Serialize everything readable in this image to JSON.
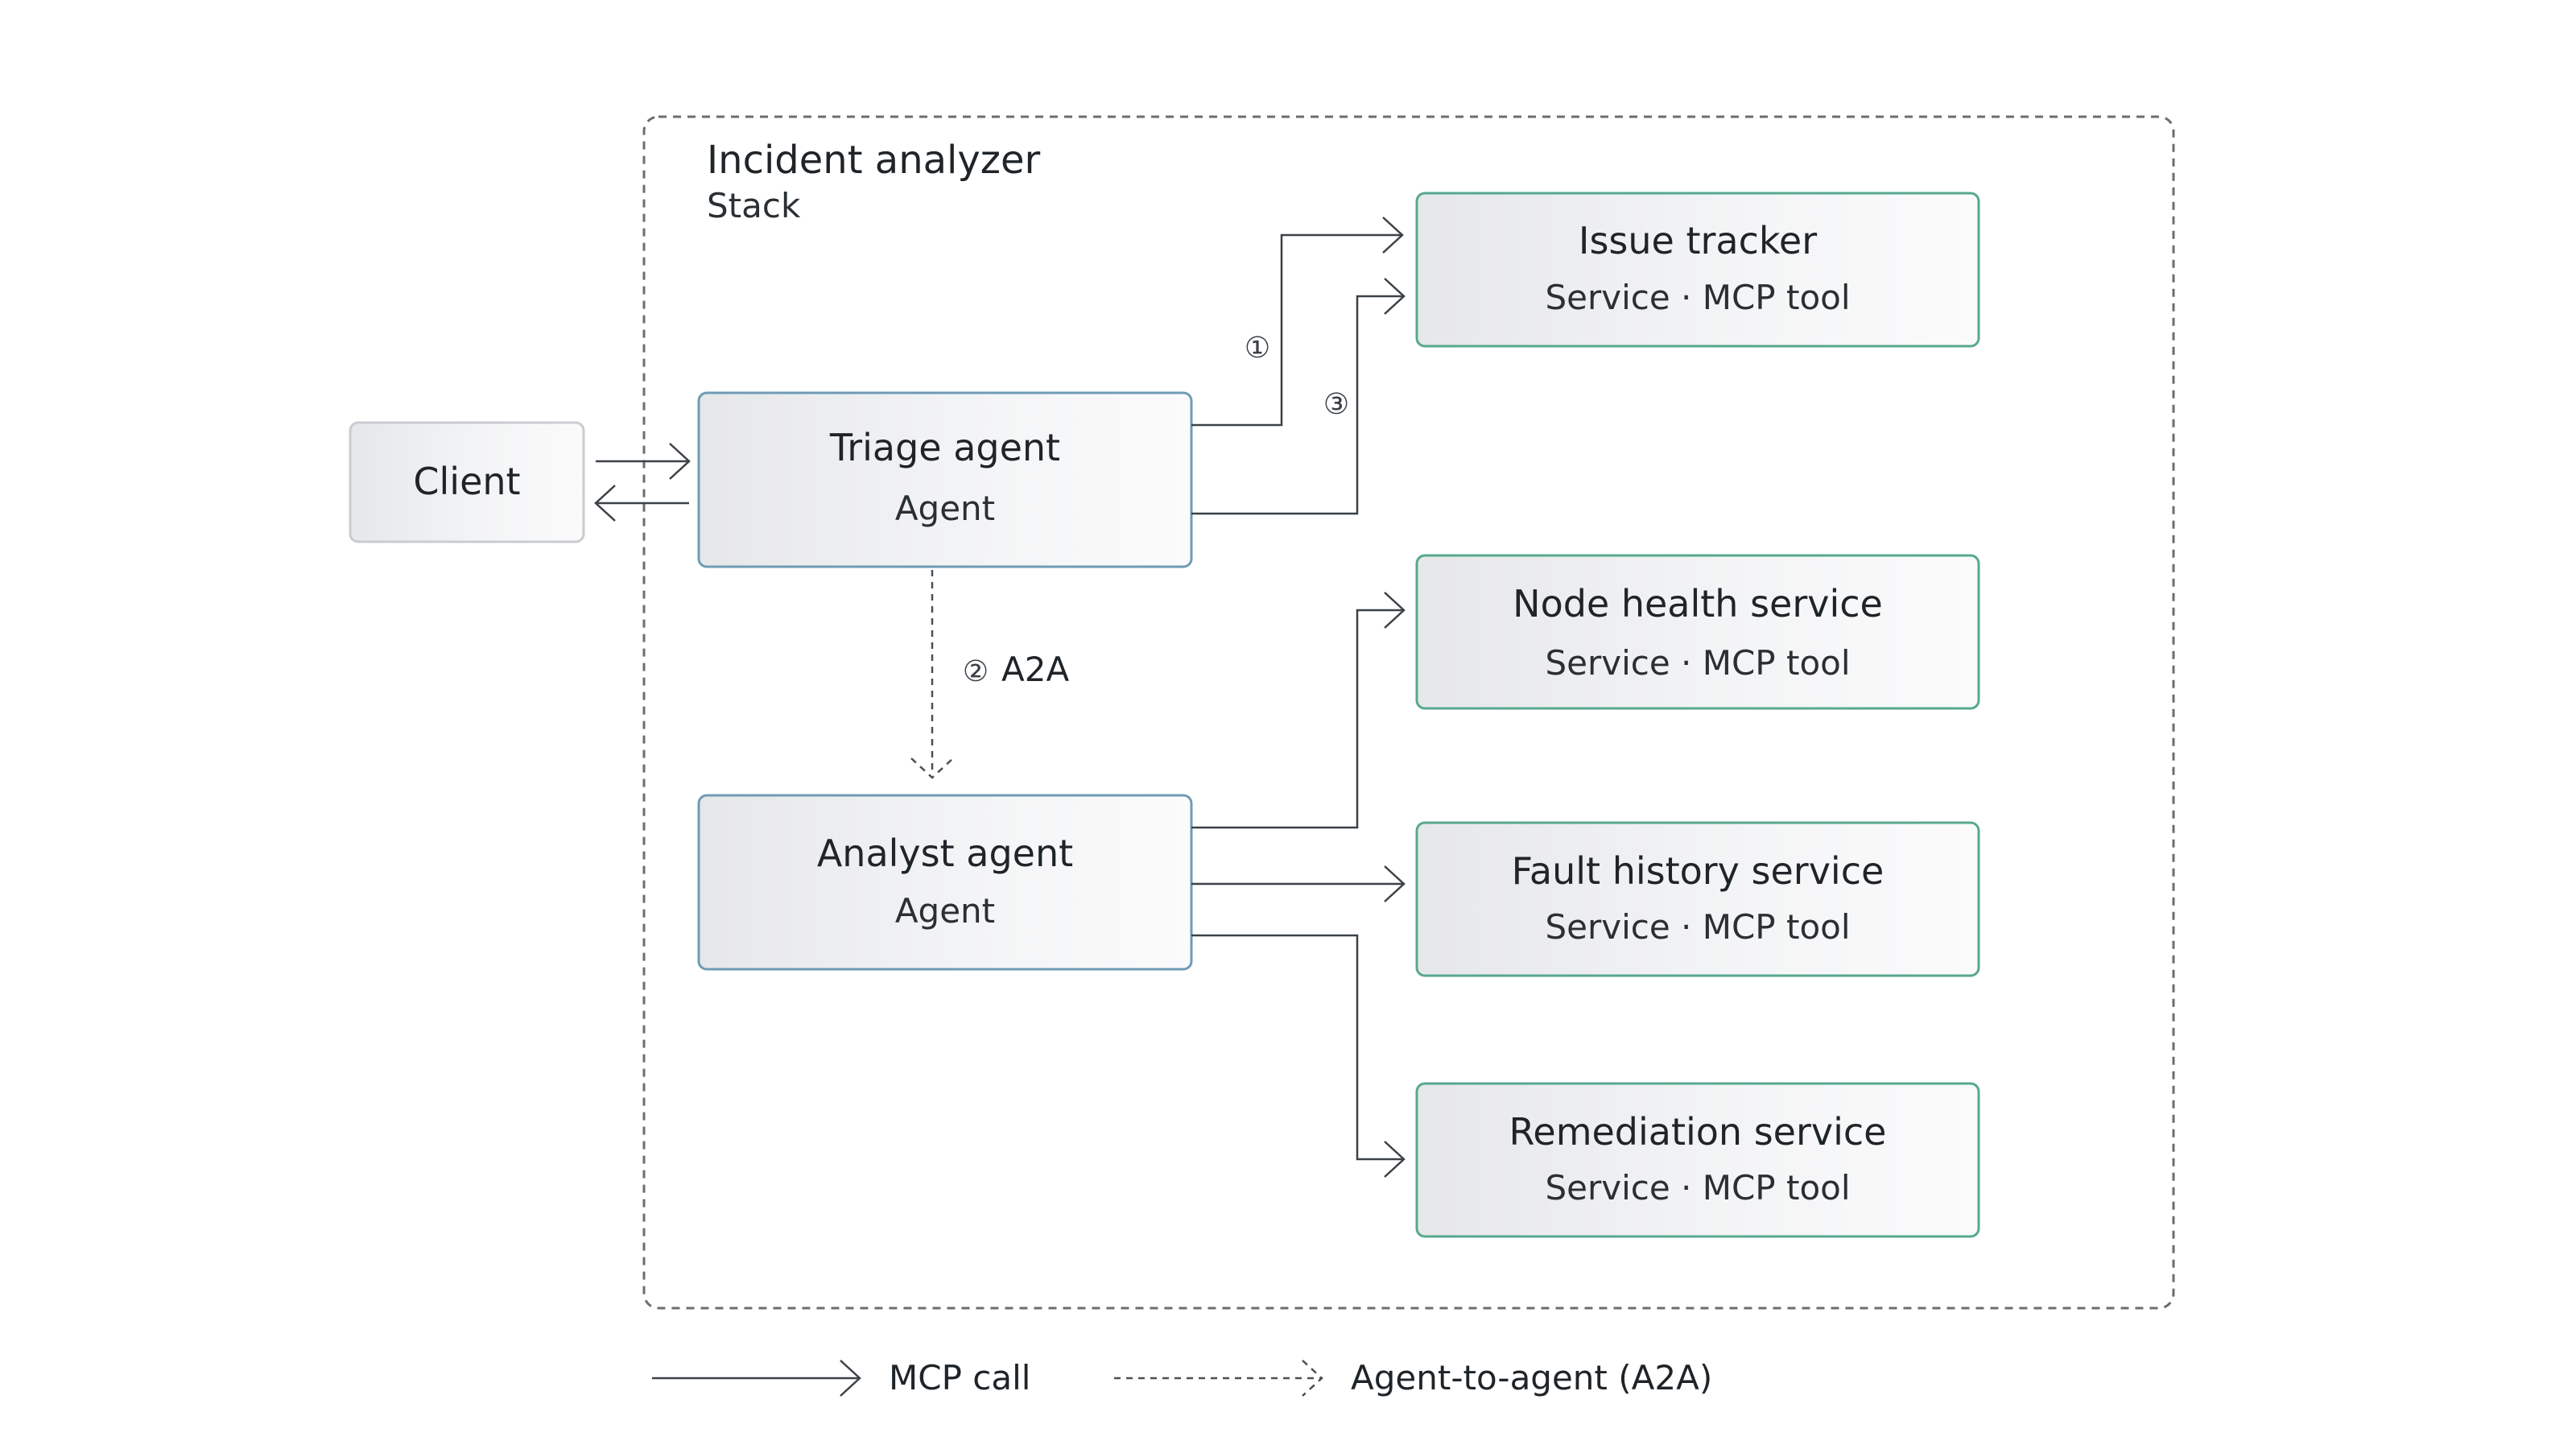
{
  "stack": {
    "title": "Incident analyzer",
    "subtitle": "Stack"
  },
  "client": {
    "label": "Client"
  },
  "triage": {
    "title": "Triage agent",
    "subtitle": "Agent"
  },
  "analyst": {
    "title": "Analyst agent",
    "subtitle": "Agent"
  },
  "services": [
    {
      "title": "Issue tracker",
      "subtitle": "Service · MCP tool"
    },
    {
      "title": "Node health service",
      "subtitle": "Service · MCP tool"
    },
    {
      "title": "Fault history service",
      "subtitle": "Service · MCP tool"
    },
    {
      "title": "Remediation service",
      "subtitle": "Service · MCP tool"
    }
  ],
  "steps": {
    "step1": "①",
    "step2": "②",
    "step3": "③",
    "a2a": "A2A"
  },
  "legend": {
    "mcp": "MCP call",
    "a2a": "Agent-to-agent (A2A)"
  },
  "colors": {
    "agent_border": "#6f9bb5",
    "service_border": "#57a88f",
    "client_border": "#c9ccd0",
    "line": "#3b4147"
  }
}
